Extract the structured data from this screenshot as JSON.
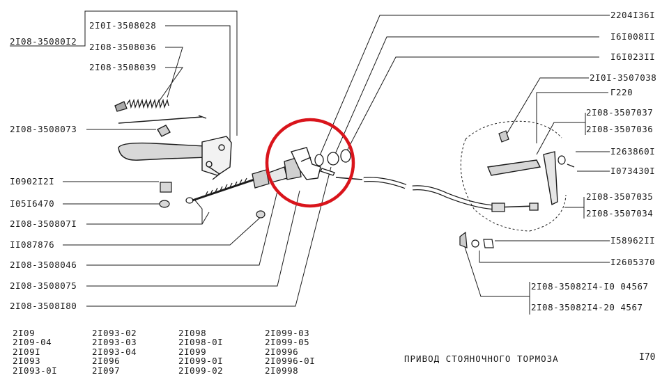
{
  "labels_left": [
    {
      "id": "l0",
      "text": "2I08-35080I2"
    },
    {
      "id": "l1",
      "text": "2I0I-3508028"
    },
    {
      "id": "l2",
      "text": "2I08-3508036"
    },
    {
      "id": "l3",
      "text": "2I08-3508039"
    },
    {
      "id": "l4",
      "text": "2I08-3508073"
    },
    {
      "id": "l5",
      "text": "I0902I2I"
    },
    {
      "id": "l6",
      "text": "I05I6470"
    },
    {
      "id": "l7",
      "text": "2I08-350807I"
    },
    {
      "id": "l8",
      "text": "II087876"
    },
    {
      "id": "l9",
      "text": "2I08-3508046"
    },
    {
      "id": "l10",
      "text": "2I08-3508075"
    },
    {
      "id": "l11",
      "text": "2I08-3508I80"
    }
  ],
  "labels_right": [
    {
      "id": "r0",
      "text": "2204I36I"
    },
    {
      "id": "r1",
      "text": "I6I008II"
    },
    {
      "id": "r2",
      "text": "I6I023II"
    },
    {
      "id": "r3",
      "text": "2I0I-3507038"
    },
    {
      "id": "r4",
      "text": "Г220"
    },
    {
      "id": "r5",
      "text": "2I08-3507037"
    },
    {
      "id": "r6",
      "text": "2I08-3507036"
    },
    {
      "id": "r7",
      "text": "I263860I"
    },
    {
      "id": "r8",
      "text": "I073430I"
    },
    {
      "id": "r9",
      "text": "2I08-3507035"
    },
    {
      "id": "r10",
      "text": "2I08-3507034"
    },
    {
      "id": "r11",
      "text": "I58962II"
    },
    {
      "id": "r12",
      "text": "I2605370"
    },
    {
      "id": "r13",
      "text": "2I08-35082I4-I0 04567"
    },
    {
      "id": "r14",
      "text": "2I08-35082I4-20  4567"
    }
  ],
  "models": {
    "col1": [
      "2I09",
      "2I09-04",
      "2I09I",
      "2I093",
      "2I093-0I"
    ],
    "col2": [
      "2I093-02",
      "2I093-03",
      "2I093-04",
      "2I096",
      "2I097"
    ],
    "col3": [
      "2I098",
      "2I098-0I",
      "2I099",
      "2I099-0I",
      "2I099-02"
    ],
    "col4": [
      "2I099-03",
      "2I099-05",
      "2I0996",
      "2I0996-0I",
      "2I0998"
    ]
  },
  "title": "ПРИВОД СТОЯНОЧНОГО ТОРМОЗА",
  "page_number": "I70",
  "colors": {
    "ink": "#1a1a1a",
    "highlight_circle": "#d9141b"
  }
}
